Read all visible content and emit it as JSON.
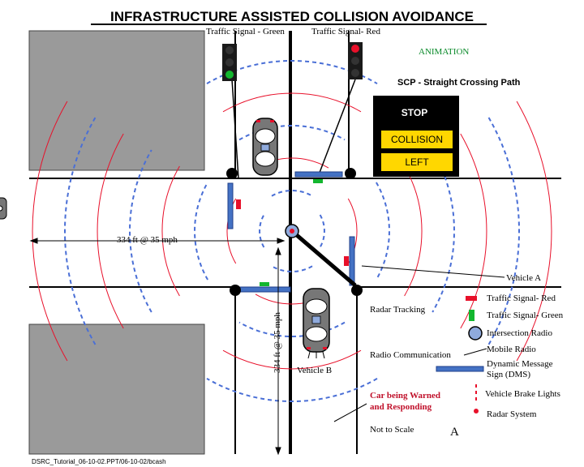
{
  "title": "INFRASTRUCTURE ASSISTED COLLISION AVOIDANCE",
  "signals": {
    "green_label": "Traffic Signal - Green",
    "red_label": "Traffic Signal- Red"
  },
  "animation_label": "ANIMATION",
  "scenario_label": "SCP - Straight Crossing Path",
  "dms": {
    "stop": "STOP",
    "line1": "COLLISION",
    "line2": "LEFT"
  },
  "distances": {
    "horizontal": "334 ft @ 35 mph",
    "vertical": "334 ft @ 35 mph"
  },
  "vehicles": {
    "a": "Vehicle A",
    "b": "Vehicle B"
  },
  "annotations": {
    "radar_tracking": "Radar Tracking",
    "radio_communication": "Radio Communication",
    "warned_line1": "Car being Warned",
    "warned_line2": "and Responding",
    "not_to_scale": "Not to Scale",
    "letter": "A"
  },
  "legend": {
    "items": [
      {
        "label": "Traffic Signal- Red",
        "icon": "red-bar-icon",
        "color": "#e8102a"
      },
      {
        "label": "Traffic Signal- Green",
        "icon": "green-bar-icon",
        "color": "#13b62f"
      },
      {
        "label": "Intersection Radio",
        "icon": "intersection-radio-icon",
        "color": "#8faadc"
      },
      {
        "label": "Mobile Radio",
        "icon": "mobile-radio-icon",
        "color": ""
      },
      {
        "label": "Dynamic Message",
        "icon": "dms-icon",
        "color": "#4472c4"
      },
      {
        "label": "Sign (DMS)",
        "icon": "",
        "color": ""
      },
      {
        "label": "Vehicle Brake Lights",
        "icon": "brake-lights-icon",
        "color": "#e8102a"
      },
      {
        "label": "Radar  System",
        "icon": "radar-system-icon",
        "color": "#e8102a"
      }
    ]
  },
  "footer": "DSRC_Tutorial_06-10-02.PPT/06-10-02/bcash",
  "colors": {
    "red": "#e8102a",
    "green": "#13b62f",
    "radio_blue": "#4a6fd6",
    "dms_blue": "#4472c4",
    "dms_yellow": "#ffd700",
    "building_gray": "#9a9a9a"
  }
}
